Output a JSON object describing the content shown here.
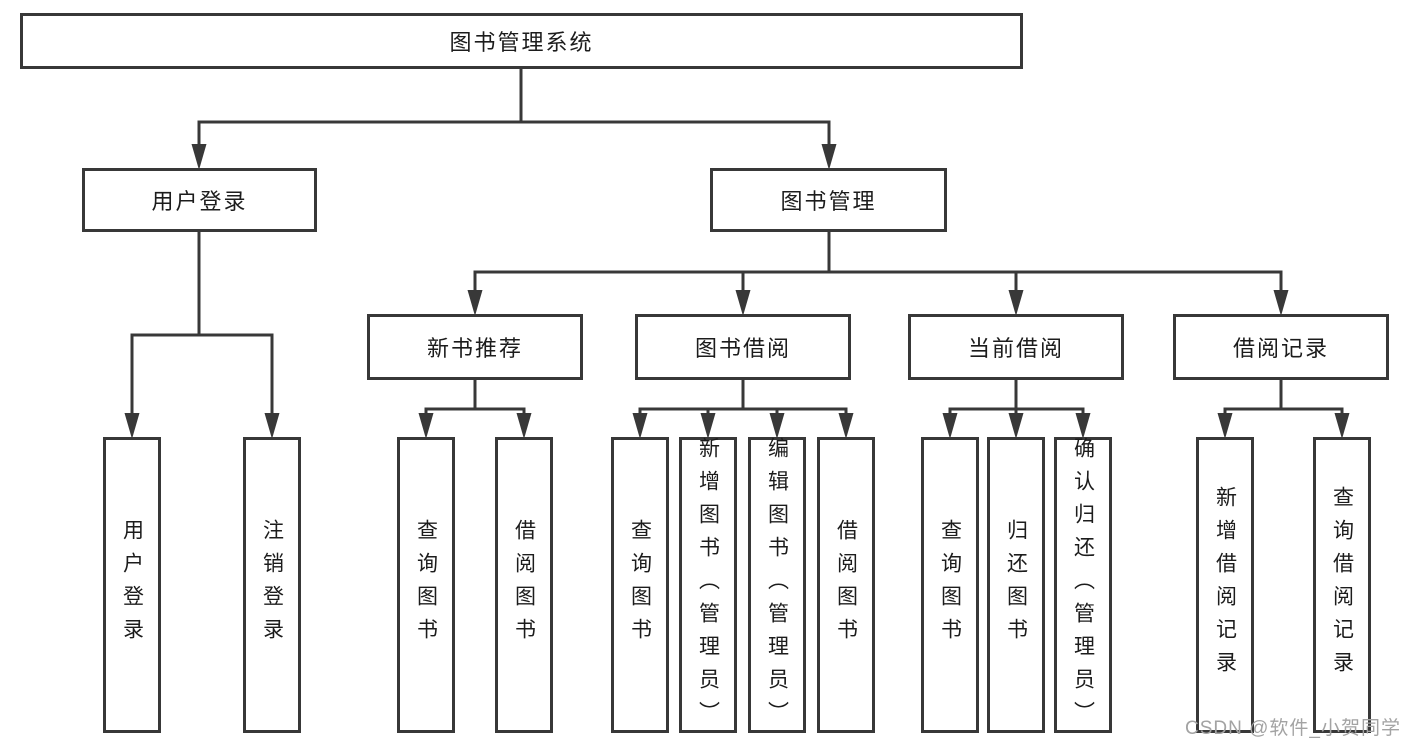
{
  "diagram_title": "图书管理系统",
  "nodes": {
    "root": {
      "label": "图书管理系统"
    },
    "user_login": {
      "label": "用户登录"
    },
    "book_mgmt": {
      "label": "图书管理"
    },
    "new_book_rec": {
      "label": "新书推荐"
    },
    "book_borrow": {
      "label": "图书借阅"
    },
    "current_borrow": {
      "label": "当前借阅"
    },
    "borrow_record": {
      "label": "借阅记录"
    },
    "leaf_user_login": {
      "label": "用户登录"
    },
    "leaf_logout": {
      "label": "注销登录"
    },
    "leaf_query_book_1": {
      "label": "查询图书"
    },
    "leaf_borrow_book_1": {
      "label": "借阅图书"
    },
    "leaf_query_book_2": {
      "label": "查询图书"
    },
    "leaf_add_book": {
      "label": "新增图书（管理员）"
    },
    "leaf_edit_book": {
      "label": "编辑图书（管理员）"
    },
    "leaf_borrow_book_2": {
      "label": "借阅图书"
    },
    "leaf_query_book_3": {
      "label": "查询图书"
    },
    "leaf_return_book": {
      "label": "归还图书"
    },
    "leaf_confirm_return": {
      "label": "确认归还（管理员）"
    },
    "leaf_add_record": {
      "label": "新增借阅记录"
    },
    "leaf_query_record": {
      "label": "查询借阅记录"
    }
  },
  "hierarchy": [
    {
      "parent": "图书管理系统",
      "children": [
        "用户登录",
        "图书管理"
      ]
    },
    {
      "parent": "用户登录",
      "children": [
        "用户登录",
        "注销登录"
      ]
    },
    {
      "parent": "图书管理",
      "children": [
        "新书推荐",
        "图书借阅",
        "当前借阅",
        "借阅记录"
      ]
    },
    {
      "parent": "新书推荐",
      "children": [
        "查询图书",
        "借阅图书"
      ]
    },
    {
      "parent": "图书借阅",
      "children": [
        "查询图书",
        "新增图书（管理员）",
        "编辑图书（管理员）",
        "借阅图书"
      ]
    },
    {
      "parent": "当前借阅",
      "children": [
        "查询图书",
        "归还图书",
        "确认归还（管理员）"
      ]
    },
    {
      "parent": "借阅记录",
      "children": [
        "新增借阅记录",
        "查询借阅记录"
      ]
    }
  ],
  "watermark": {
    "text": "CSDN @软件_小贺同学"
  },
  "colors": {
    "line": "#383838",
    "box_border": "#383838",
    "box_fill": "#ffffff",
    "text": "#1c1c1c",
    "watermark": "#a3a3a3",
    "background": "#ffffff"
  }
}
